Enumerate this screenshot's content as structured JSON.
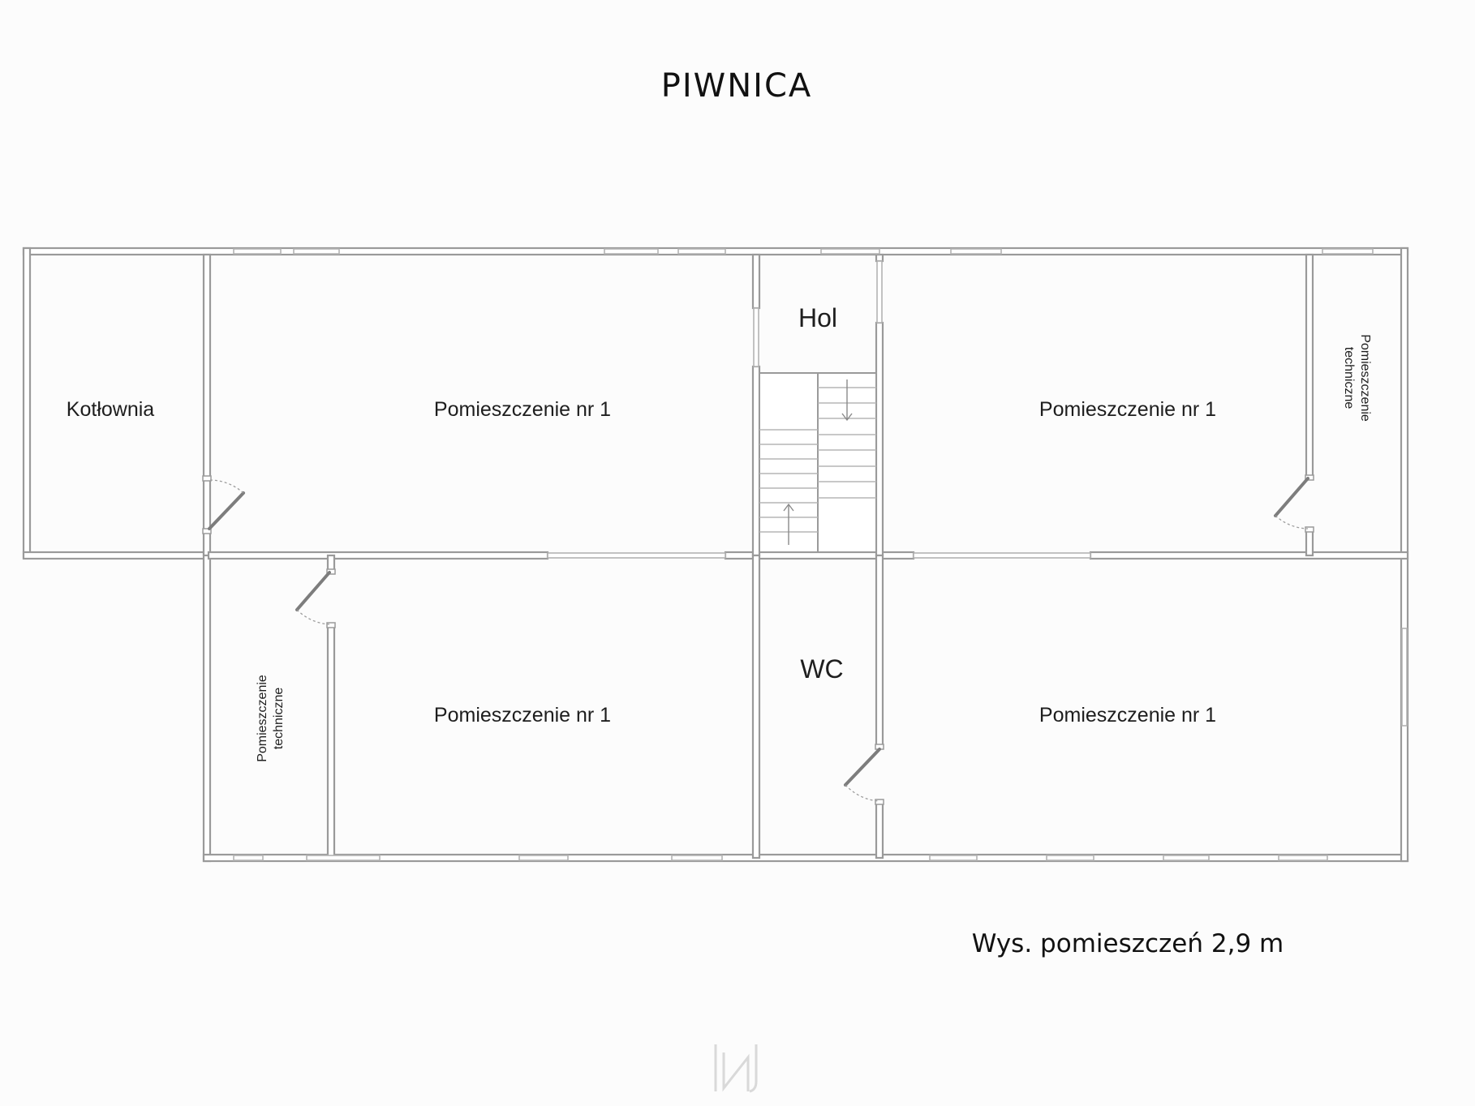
{
  "title": "PIWNICA",
  "rooms": {
    "kotlownia": "Kotłownia",
    "room_top_left": "Pomieszczenie nr 1",
    "hol": "Hol",
    "room_top_right": "Pomieszczenie nr 1",
    "tech_right_line1": "Pomieszczenie",
    "tech_right_line2": "techniczne",
    "tech_left_line1": "Pomieszczenie",
    "tech_left_line2": "techniczne",
    "room_bottom_left": "Pomieszczenie nr 1",
    "wc": "WC",
    "room_bottom_right": "Pomieszczenie nr 1"
  },
  "note": "Wys. pomieszczeń 2,9 m",
  "colors": {
    "background": "#fcfcfc",
    "wall_outline": "#9a9a9a",
    "text": "#1e1e1e"
  },
  "icons": {
    "logo": "brand-logo-icon"
  }
}
